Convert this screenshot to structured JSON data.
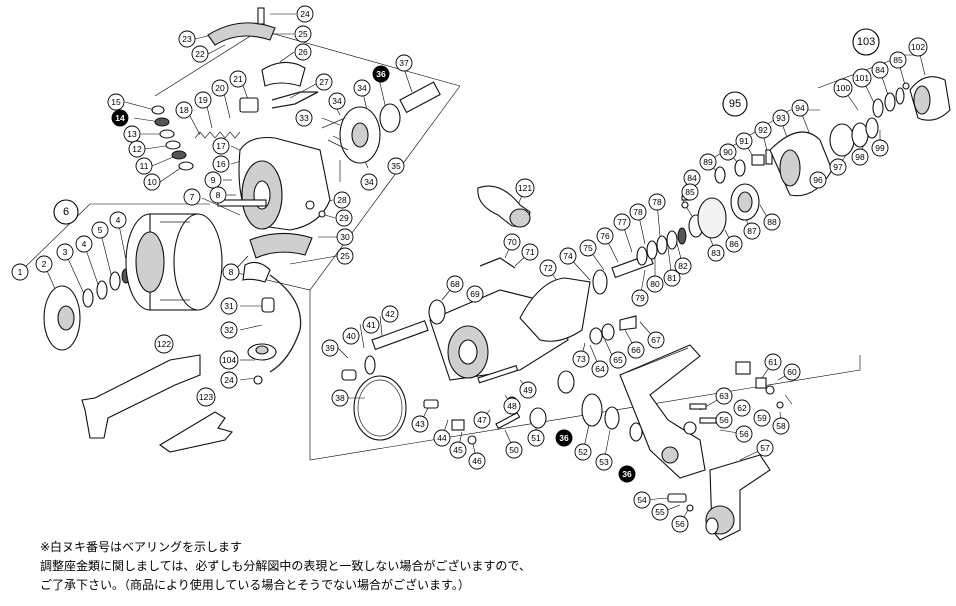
{
  "callouts": {
    "c1": "1",
    "c2": "2",
    "c3": "3",
    "c4": "4",
    "c5": "5",
    "c6": "6",
    "c7": "7",
    "c8": "8",
    "c9": "9",
    "c10": "10",
    "c11": "11",
    "c12": "12",
    "c13": "13",
    "c14": "14",
    "c15": "15",
    "c16": "16",
    "c17": "17",
    "c18": "18",
    "c19": "19",
    "c20": "20",
    "c21": "21",
    "c22": "22",
    "c23": "23",
    "c24a": "24",
    "c24b": "24",
    "c25a": "25",
    "c25b": "25",
    "c26": "26",
    "c27": "27",
    "c28": "28",
    "c29": "29",
    "c30": "30",
    "c31": "31",
    "c32": "32",
    "c33": "33",
    "c34a": "34",
    "c34b": "34",
    "c34c": "34",
    "c35": "35",
    "c36a": "36",
    "c36b": "36",
    "c36c": "36",
    "c37": "37",
    "c38": "38",
    "c39": "39",
    "c40": "40",
    "c41": "41",
    "c42": "42",
    "c43": "43",
    "c44": "44",
    "c45": "45",
    "c46": "46",
    "c47": "47",
    "c48": "48",
    "c49": "49",
    "c50": "50",
    "c51": "51",
    "c52": "52",
    "c53": "53",
    "c54": "54",
    "c55": "55",
    "c56a": "56",
    "c56b": "56",
    "c56c": "56",
    "c57": "57",
    "c58": "58",
    "c59": "59",
    "c60": "60",
    "c61": "61",
    "c62": "62",
    "c63": "63",
    "c64": "64",
    "c65": "65",
    "c66": "66",
    "c67": "67",
    "c68": "68",
    "c69": "69",
    "c70": "70",
    "c71": "71",
    "c72": "72",
    "c73": "73",
    "c74": "74",
    "c75": "75",
    "c76": "76",
    "c77": "77",
    "c78a": "78",
    "c78b": "78",
    "c79": "79",
    "c80": "80",
    "c81": "81",
    "c82": "82",
    "c83": "83",
    "c84a": "84",
    "c84b": "84",
    "c85a": "85",
    "c85b": "85",
    "c86": "86",
    "c87": "87",
    "c88": "88",
    "c89": "89",
    "c90": "90",
    "c91": "91",
    "c92": "92",
    "c93": "93",
    "c94": "94",
    "c95": "95",
    "c96": "96",
    "c97": "97",
    "c98": "98",
    "c99": "99",
    "c100": "100",
    "c101": "101",
    "c102": "102",
    "c103": "103",
    "c104": "104",
    "c121": "121",
    "c122": "122",
    "c123": "123"
  },
  "notes": {
    "line1": "※白ヌキ番号はベアリングを示します",
    "line2": "調整座金類に関しましては、必ずしも分解図中の表現と一致しない場合がございますので、",
    "line3": "ご了承下さい。（商品により使用している場合とそうでない場合がございます。）"
  }
}
